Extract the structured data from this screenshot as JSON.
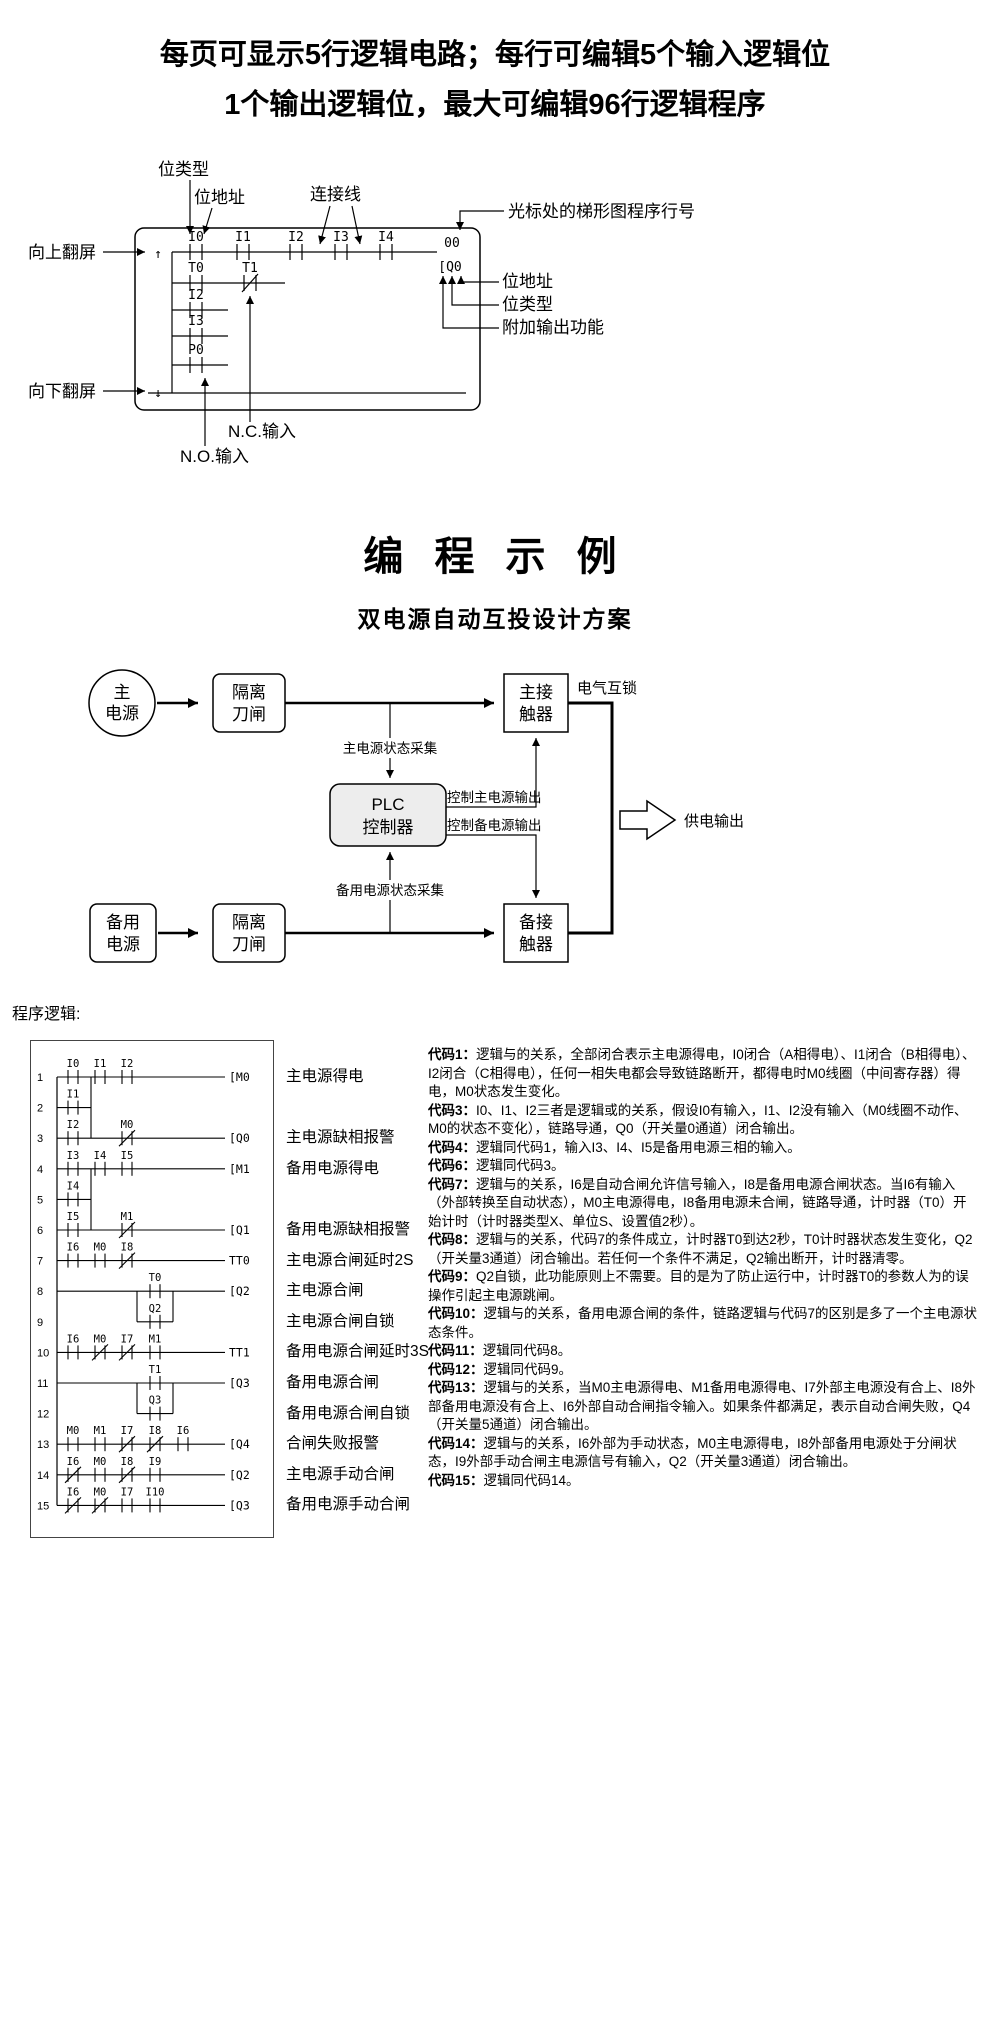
{
  "header": {
    "line1": "每页可显示5行逻辑电路；每行可编辑5个输入逻辑位",
    "line2": "1个输出逻辑位，最大可编辑96行逻辑程序"
  },
  "screen": {
    "annotations": {
      "bit_type_top": "位类型",
      "bit_addr_top": "位地址",
      "connect_line": "连接线",
      "cursor_row": "光标处的梯形图程序行号",
      "page_up": "向上翻屏",
      "page_down": "向下翻屏",
      "bit_addr_right": "位地址",
      "bit_type_right": "位类型",
      "extra_output": "附加输出功能",
      "nc_input": "N.C.输入",
      "no_input": "N.O.输入"
    },
    "up_symbol": "↑",
    "down_symbol": "↓",
    "line_number": "00",
    "output": "[Q0",
    "contacts": {
      "r1": [
        "I0",
        "I1",
        "I2",
        "I3",
        "I4"
      ],
      "r2": [
        "T0",
        "T1"
      ],
      "r3": "I2",
      "r4": "I3",
      "r5": "P0"
    }
  },
  "example": {
    "title": "编 程 示 例",
    "subtitle": "双电源自动互投设计方案"
  },
  "block": {
    "main_source_1": "主",
    "main_source_2": "电源",
    "backup_source_1": "备用",
    "backup_source_2": "电源",
    "isolator_1": "隔离",
    "isolator_2": "刀闸",
    "main_contactor_1": "主接",
    "main_contactor_2": "触器",
    "backup_contactor_1": "备接",
    "backup_contactor_2": "触器",
    "plc_1": "PLC",
    "plc_2": "控制器",
    "interlock": "电气互锁",
    "main_status": "主电源状态采集",
    "ctrl_main": "控制主电源输出",
    "ctrl_backup": "控制备电源输出",
    "backup_status": "备用电源状态采集",
    "power_output": "供电输出"
  },
  "program": {
    "heading": "程序逻辑:",
    "rungs": [
      {
        "n": "1",
        "kind": "full",
        "out": "[M0",
        "desc": "主电源得电",
        "contacts": [
          {
            "l": "I0",
            "s": 0
          },
          {
            "l": "I1",
            "s": 1
          },
          {
            "l": "I2",
            "s": 2
          }
        ]
      },
      {
        "n": "2",
        "kind": "stub",
        "contacts": [
          {
            "l": "I1",
            "s": 0
          }
        ]
      },
      {
        "n": "3",
        "kind": "full",
        "out": "[Q0",
        "desc": "主电源缺相报警",
        "contacts": [
          {
            "l": "I2",
            "s": 0
          },
          {
            "l": "M0",
            "s": 2,
            "nc": true
          }
        ]
      },
      {
        "n": "4",
        "kind": "full",
        "out": "[M1",
        "desc": "备用电源得电",
        "contacts": [
          {
            "l": "I3",
            "s": 0
          },
          {
            "l": "I4",
            "s": 1
          },
          {
            "l": "I5",
            "s": 2
          }
        ]
      },
      {
        "n": "5",
        "kind": "stub",
        "contacts": [
          {
            "l": "I4",
            "s": 0
          }
        ]
      },
      {
        "n": "6",
        "kind": "full",
        "out": "[Q1",
        "desc": "备用电源缺相报警",
        "contacts": [
          {
            "l": "I5",
            "s": 0
          },
          {
            "l": "M1",
            "s": 2,
            "nc": true
          }
        ]
      },
      {
        "n": "7",
        "kind": "full",
        "out": "TT0",
        "desc": "主电源合闸延时2S",
        "contacts": [
          {
            "l": "I6",
            "s": 0
          },
          {
            "l": "M0",
            "s": 1
          },
          {
            "l": "I8",
            "s": 2,
            "nc": true
          }
        ]
      },
      {
        "n": "8",
        "kind": "full",
        "out": "[Q2",
        "desc": "主电源合闸",
        "contacts": [
          {
            "l": "T0",
            "s": 3
          }
        ]
      },
      {
        "n": "9",
        "kind": "branch",
        "desc": "主电源合闸自锁",
        "contacts": [
          {
            "l": "Q2",
            "s": 3
          }
        ]
      },
      {
        "n": "10",
        "kind": "full",
        "out": "TT1",
        "desc": "备用电源合闸延时3S",
        "contacts": [
          {
            "l": "I6",
            "s": 0
          },
          {
            "l": "M0",
            "s": 1,
            "nc": true
          },
          {
            "l": "I7",
            "s": 2,
            "nc": true
          },
          {
            "l": "M1",
            "s": 3
          }
        ]
      },
      {
        "n": "11",
        "kind": "full",
        "out": "[Q3",
        "desc": "备用电源合闸",
        "contacts": [
          {
            "l": "T1",
            "s": 3
          }
        ]
      },
      {
        "n": "12",
        "kind": "branch",
        "desc": "备用电源合闸自锁",
        "contacts": [
          {
            "l": "Q3",
            "s": 3
          }
        ]
      },
      {
        "n": "13",
        "kind": "full",
        "out": "[Q4",
        "desc": "合闸失败报警",
        "contacts": [
          {
            "l": "M0",
            "s": 0
          },
          {
            "l": "M1",
            "s": 1
          },
          {
            "l": "I7",
            "s": 2,
            "nc": true
          },
          {
            "l": "I8",
            "s": 3,
            "nc": true
          },
          {
            "l": "I6",
            "s": 4
          }
        ]
      },
      {
        "n": "14",
        "kind": "full",
        "out": "[Q2",
        "desc": "主电源手动合闸",
        "contacts": [
          {
            "l": "I6",
            "s": 0,
            "nc": true
          },
          {
            "l": "M0",
            "s": 1
          },
          {
            "l": "I8",
            "s": 2,
            "nc": true
          },
          {
            "l": "I9",
            "s": 3
          }
        ]
      },
      {
        "n": "15",
        "kind": "full",
        "out": "[Q3",
        "desc": "备用电源手动合闸",
        "contacts": [
          {
            "l": "I6",
            "s": 0,
            "nc": true
          },
          {
            "l": "M0",
            "s": 1,
            "nc": true
          },
          {
            "l": "I7",
            "s": 2
          },
          {
            "l": "I10",
            "s": 3
          }
        ]
      }
    ]
  },
  "notes": [
    {
      "label": "代码1：",
      "text": "逻辑与的关系，全部闭合表示主电源得电，I0闭合（A相得电）、I1闭合（B相得电）、I2闭合（C相得电），任何一相失电都会导致链路断开，都得电时M0线圈（中间寄存器）得电，M0状态发生变化。"
    },
    {
      "label": "代码3：",
      "text": "I0、I1、I2三者是逻辑或的关系，假设I0有输入，I1、I2没有输入（M0线圈不动作、M0的状态不变化），链路导通，Q0（开关量0通道）闭合输出。"
    },
    {
      "label": "代码4：",
      "text": "逻辑同代码1，输入I3、I4、I5是备用电源三相的输入。"
    },
    {
      "label": "代码6：",
      "text": "逻辑同代码3。"
    },
    {
      "label": "代码7：",
      "text": "逻辑与的关系，I6是自动合闸允许信号输入，I8是备用电源合闸状态。当I6有输入（外部转换至自动状态），M0主电源得电，I8备用电源未合闸，链路导通，计时器（T0）开始计时（计时器类型X、单位S、设置值2秒）。"
    },
    {
      "label": "代码8：",
      "text": "逻辑与的关系，代码7的条件成立，计时器T0到达2秒，T0计时器状态发生变化，Q2（开关量3通道）闭合输出。若任何一个条件不满足，Q2输出断开，计时器清零。"
    },
    {
      "label": "代码9：",
      "text": "Q2自锁，此功能原则上不需要。目的是为了防止运行中，计时器T0的参数人为的误操作引起主电源跳闸。"
    },
    {
      "label": "代码10：",
      "text": "逻辑与的关系，备用电源合闸的条件，链路逻辑与代码7的区别是多了一个主电源状态条件。"
    },
    {
      "label": "代码11：",
      "text": "逻辑同代码8。"
    },
    {
      "label": "代码12：",
      "text": "逻辑同代码9。"
    },
    {
      "label": "代码13：",
      "text": "逻辑与的关系，当M0主电源得电、M1备用电源得电、I7外部主电源没有合上、I8外部备用电源没有合上、I6外部自动合闸指令输入。如果条件都满足，表示自动合闸失败，Q4（开关量5通道）闭合输出。"
    },
    {
      "label": "代码14：",
      "text": "逻辑与的关系，I6外部为手动状态，M0主电源得电，I8外部备用电源处于分闸状态，I9外部手动合闸主电源信号有输入，Q2（开关量3通道）闭合输出。"
    },
    {
      "label": "代码15：",
      "text": "逻辑同代码14。"
    }
  ]
}
